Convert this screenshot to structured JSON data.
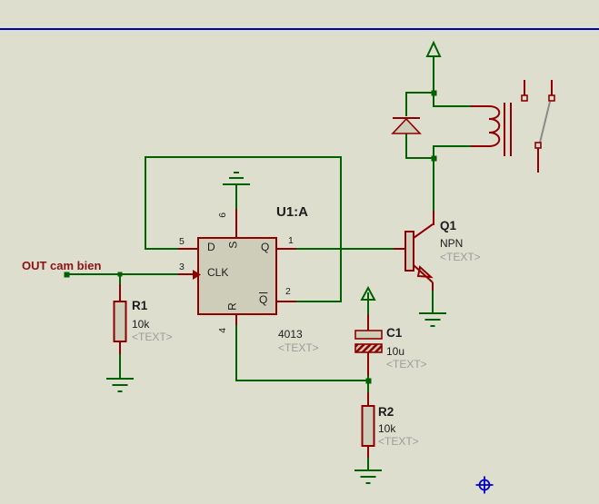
{
  "colors": {
    "background": "#dedece",
    "wire": "#006100",
    "component": "#8e0000",
    "component_fill": "#cdcdb9",
    "net_label": "#8b1212",
    "text": "#1c1c1c",
    "placeholder": "#9c9c9c",
    "contact": "#8a8a8a",
    "frame_line": "#0000b2",
    "origin_marker": "#0000c8"
  },
  "net_label": "OUT cam bien",
  "flip_flop": {
    "ref": "U1:A",
    "value": "4013",
    "placeholder": "<TEXT>",
    "pins": {
      "d": {
        "num": "5",
        "label": "D"
      },
      "clk": {
        "num": "3",
        "label": "CLK"
      },
      "set": {
        "num": "6",
        "label": "S"
      },
      "reset": {
        "num": "4",
        "label": "R"
      },
      "q": {
        "num": "1",
        "label": "Q"
      },
      "qbar": {
        "num": "2",
        "label": "Q"
      }
    }
  },
  "r1": {
    "ref": "R1",
    "value": "10k",
    "placeholder": "<TEXT>"
  },
  "r2": {
    "ref": "R2",
    "value": "10k",
    "placeholder": "<TEXT>"
  },
  "c1": {
    "ref": "C1",
    "value": "10u",
    "placeholder": "<TEXT>"
  },
  "q1": {
    "ref": "Q1",
    "value": "NPN",
    "placeholder": "<TEXT>"
  }
}
